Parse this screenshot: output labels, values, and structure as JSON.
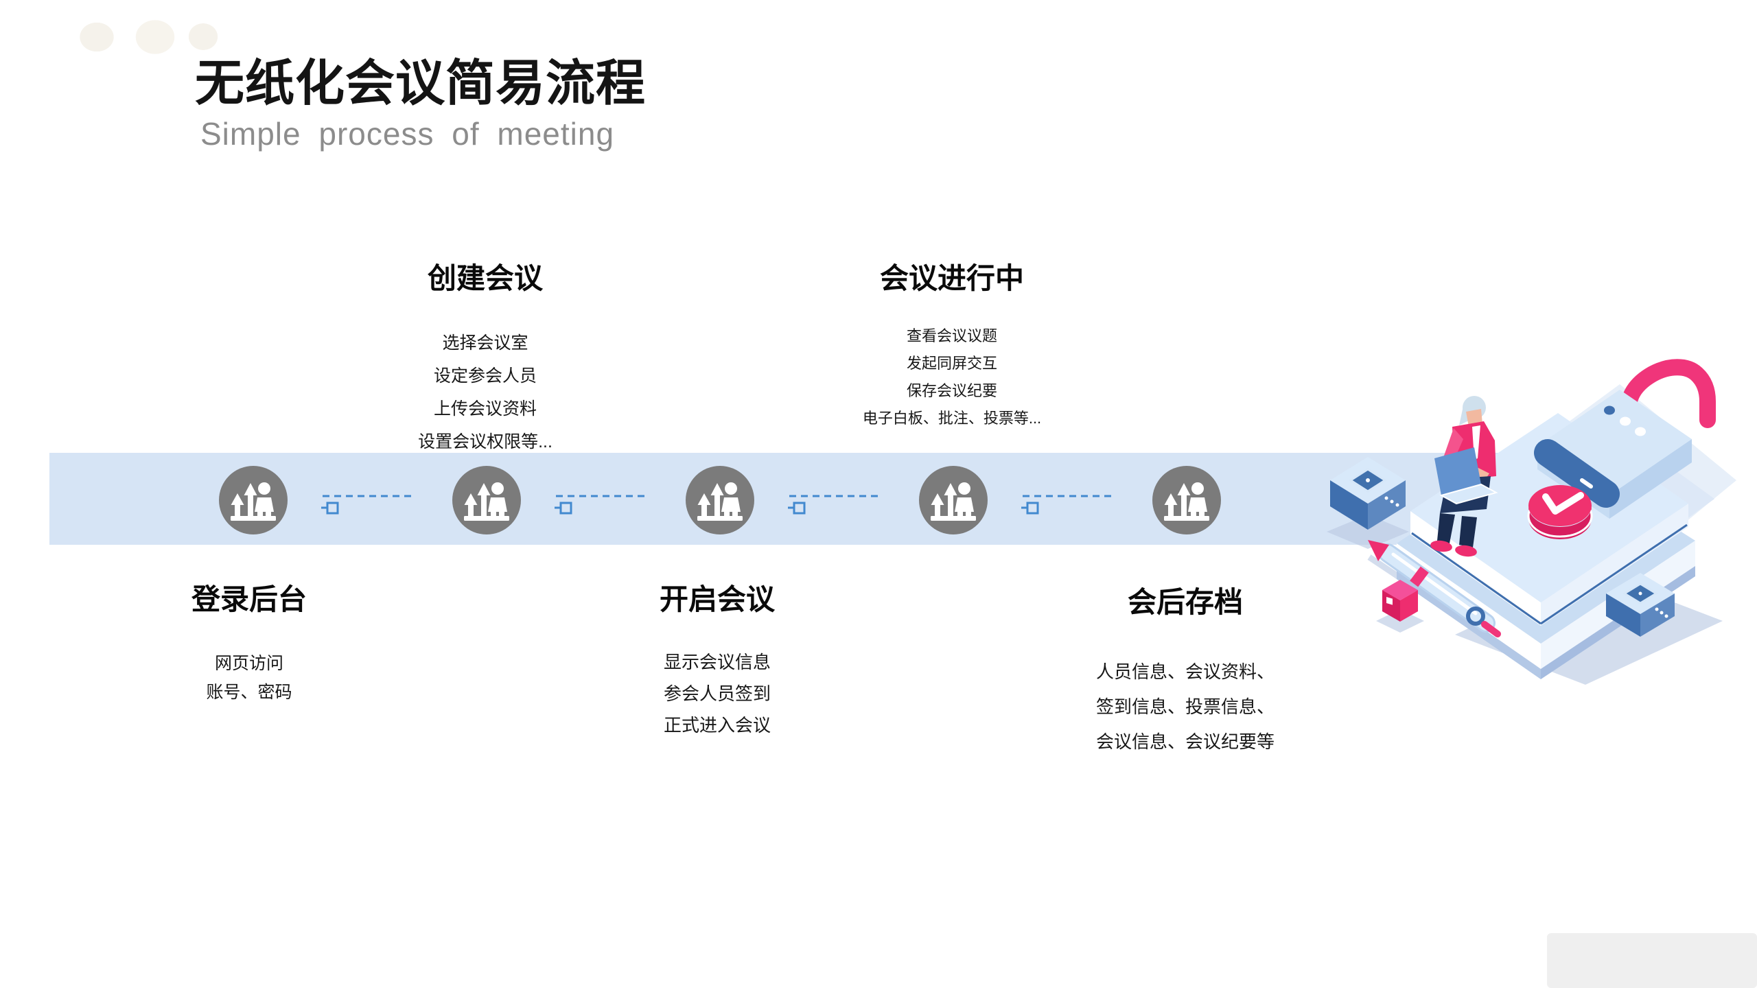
{
  "header": {
    "title": "无纸化会议简易流程",
    "subtitle": "Simple process of meeting"
  },
  "steps": [
    {
      "id": "login",
      "title": "登录后台",
      "position": "bottom",
      "items": [
        "网页访问",
        "账号、密码"
      ]
    },
    {
      "id": "create",
      "title": "创建会议",
      "position": "top",
      "items": [
        "选择会议室",
        "设定参会人员",
        "上传会议资料",
        "设置会议权限等..."
      ]
    },
    {
      "id": "start",
      "title": "开启会议",
      "position": "bottom",
      "items": [
        "显示会议信息",
        "参会人员签到",
        "正式进入会议"
      ]
    },
    {
      "id": "ongoing",
      "title": "会议进行中",
      "position": "top",
      "items": [
        "查看会议议题",
        "发起同屏交互",
        "保存会议纪要",
        "电子白板、批注、投票等..."
      ]
    },
    {
      "id": "archive",
      "title": "会后存档",
      "position": "bottom",
      "items": [
        "人员信息、会议资料、",
        "签到信息、投票信息、",
        "会议信息、会议纪要等"
      ]
    }
  ],
  "timeline": {
    "node_count": 5,
    "node_icon": "people-growth-icon",
    "connector_icon": "dashed-line-with-square"
  },
  "illustration": {
    "elements": [
      "person-on-books-with-laptop",
      "padlock",
      "clock-button",
      "book-stack",
      "pen",
      "router-box-left",
      "router-box-right",
      "pink-cube",
      "arrow-banner"
    ]
  },
  "colors": {
    "band": "#d6e4f5",
    "node_gray": "#7b7b7b",
    "connector_blue": "#4289cf",
    "accent_pink": "#ee2d6f",
    "accent_pink_dark": "#d81e5f",
    "accent_blue_dark": "#3f6fae",
    "accent_blue_light": "#d8e9fa",
    "title_text": "#141414",
    "subtitle_text": "#8c8c8c"
  }
}
